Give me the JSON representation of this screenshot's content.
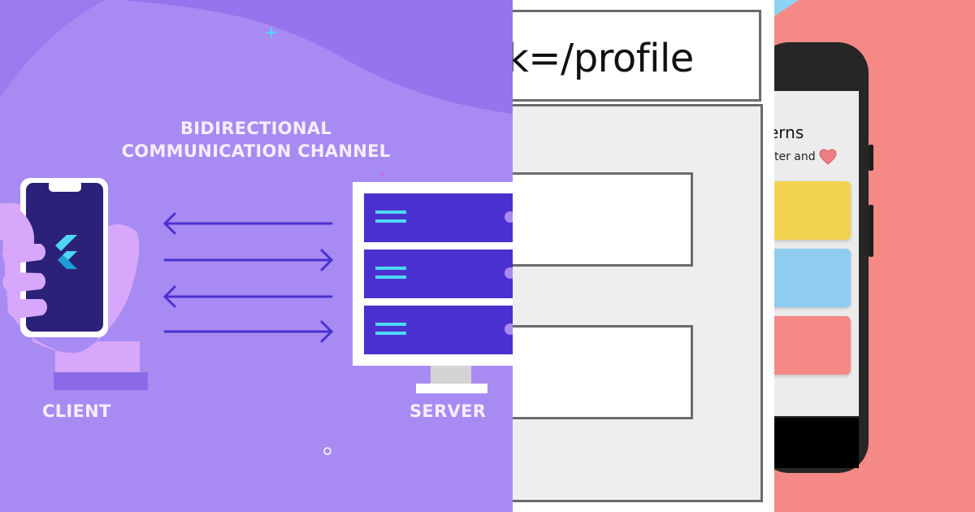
{
  "left_panel": {
    "caption_line1": "BIDIRECTIONAL",
    "caption_line2": "COMMUNICATION CHANNEL",
    "client_label": "CLIENT",
    "server_label": "SERVER",
    "colors": {
      "background": "#a88bf2",
      "blob": "#9574ed",
      "hand": "#d7a7fb",
      "phone_screen": "#2b2178",
      "server_unit": "#4a31cf",
      "arrow": "#4a31cf",
      "accent": "#4fd6f5"
    },
    "icons": [
      "flutter-logo-icon",
      "plus-sparkle-icon",
      "ring-icon",
      "arrow-left-icon",
      "arrow-right-icon",
      "server-rack-icon"
    ]
  },
  "middle_panel": {
    "url_text": "k=/profile",
    "colors": {
      "border": "#6b6b6b",
      "body": "#eeeeee"
    }
  },
  "right_panel": {
    "app_title": "erns",
    "app_subtitle": "ter and",
    "colors": {
      "background": "#f48985",
      "card_yellow": "#f3d24f",
      "card_blue": "#8ecdf0",
      "card_red": "#f48985",
      "heart": "#f07d82"
    },
    "icons": [
      "heart-icon"
    ]
  }
}
